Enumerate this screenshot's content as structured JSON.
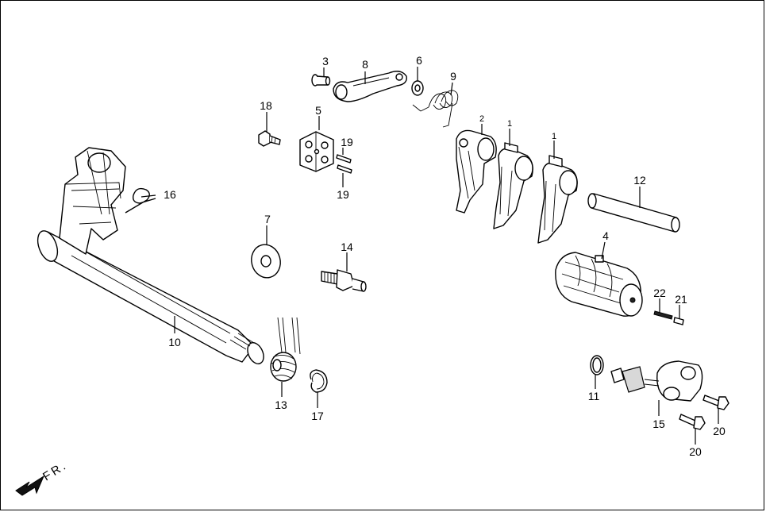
{
  "diagram": {
    "callouts": [
      {
        "id": "p1a",
        "label": "1"
      },
      {
        "id": "p1b",
        "label": "1"
      },
      {
        "id": "p2",
        "label": "2"
      },
      {
        "id": "p3",
        "label": "3"
      },
      {
        "id": "p4",
        "label": "4"
      },
      {
        "id": "p5",
        "label": "5"
      },
      {
        "id": "p6",
        "label": "6"
      },
      {
        "id": "p7",
        "label": "7"
      },
      {
        "id": "p8",
        "label": "8"
      },
      {
        "id": "p9",
        "label": "9"
      },
      {
        "id": "p10",
        "label": "10"
      },
      {
        "id": "p11",
        "label": "11"
      },
      {
        "id": "p12",
        "label": "12"
      },
      {
        "id": "p13",
        "label": "13"
      },
      {
        "id": "p14",
        "label": "14"
      },
      {
        "id": "p15",
        "label": "15"
      },
      {
        "id": "p16",
        "label": "16"
      },
      {
        "id": "p17",
        "label": "17"
      },
      {
        "id": "p18",
        "label": "18"
      },
      {
        "id": "p19a",
        "label": "19"
      },
      {
        "id": "p19b",
        "label": "19"
      },
      {
        "id": "p20a",
        "label": "20"
      },
      {
        "id": "p20b",
        "label": "20"
      },
      {
        "id": "p21",
        "label": "21"
      },
      {
        "id": "p22",
        "label": "22"
      }
    ],
    "direction_indicator": {
      "label": "FR.",
      "icon": "front-arrow-icon"
    }
  }
}
